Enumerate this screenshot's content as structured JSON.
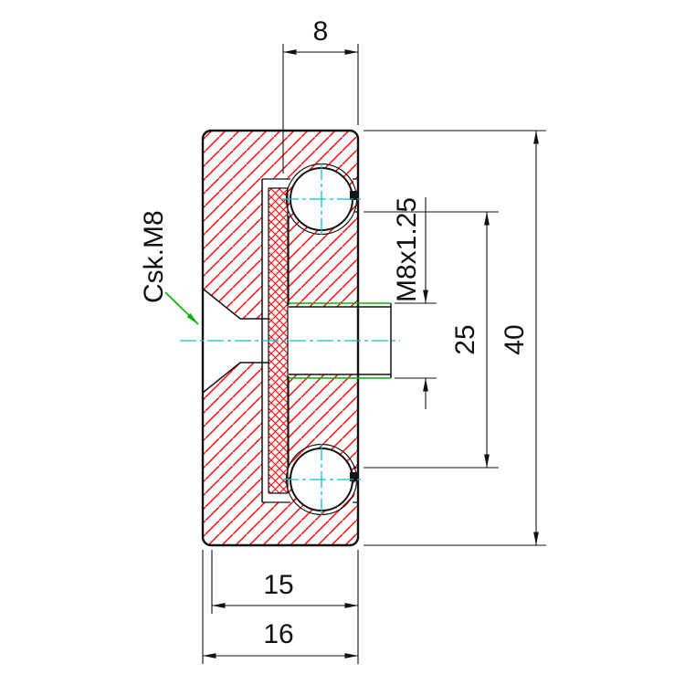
{
  "labels": {
    "csk": "Csk.M8",
    "thread": "M8x1.25"
  },
  "dims": {
    "width_8": "8",
    "height_25": "25",
    "height_40": "40",
    "width_15": "15",
    "width_16": "16"
  },
  "colors": {
    "hatch": "#ff0000",
    "outline": "#111111",
    "centerline": "#00c3cb",
    "green": "#00b400",
    "text": "#111111",
    "background": "#ffffff"
  }
}
